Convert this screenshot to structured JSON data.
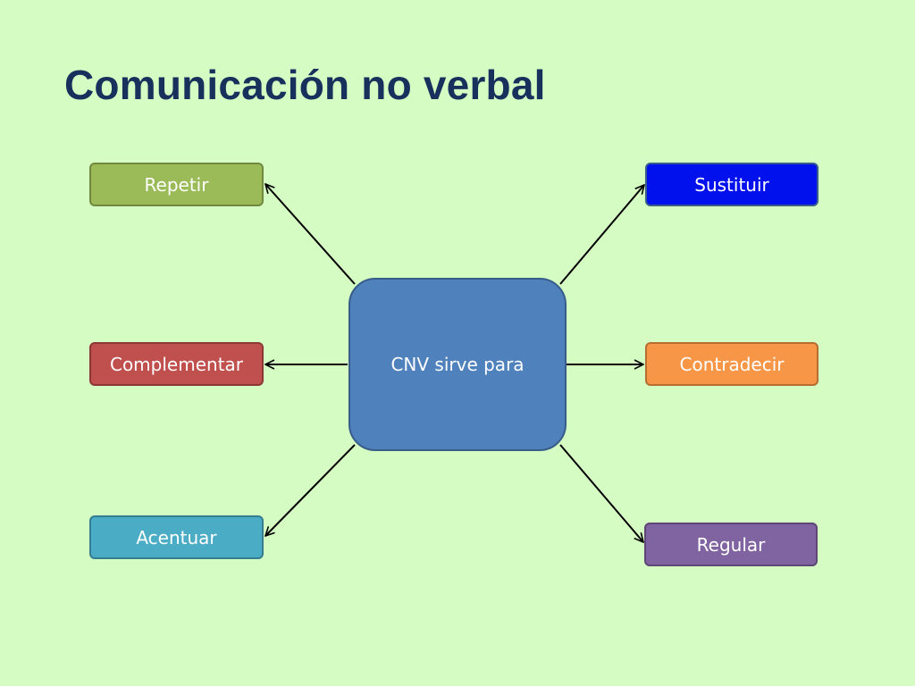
{
  "title": "Comunicación no verbal",
  "colors": {
    "background": "#d5fcc3",
    "title": "#17305c",
    "arrow": "#000000"
  },
  "center": {
    "label": "CNV sirve para",
    "color": "#4f81bd"
  },
  "nodes": [
    {
      "id": "repetir",
      "label": "Repetir",
      "color": "#9bbb59"
    },
    {
      "id": "sustituir",
      "label": "Sustituir",
      "color": "#0011ee"
    },
    {
      "id": "complementar",
      "label": "Complementar",
      "color": "#c0504d"
    },
    {
      "id": "contradecir",
      "label": "Contradecir",
      "color": "#f79646"
    },
    {
      "id": "acentuar",
      "label": "Acentuar",
      "color": "#4bacc6"
    },
    {
      "id": "regular",
      "label": "Regular",
      "color": "#8064a2"
    }
  ],
  "edges": [
    {
      "from": "center",
      "to": "repetir"
    },
    {
      "from": "center",
      "to": "sustituir"
    },
    {
      "from": "center",
      "to": "complementar"
    },
    {
      "from": "center",
      "to": "contradecir"
    },
    {
      "from": "center",
      "to": "acentuar"
    },
    {
      "from": "center",
      "to": "regular"
    }
  ]
}
